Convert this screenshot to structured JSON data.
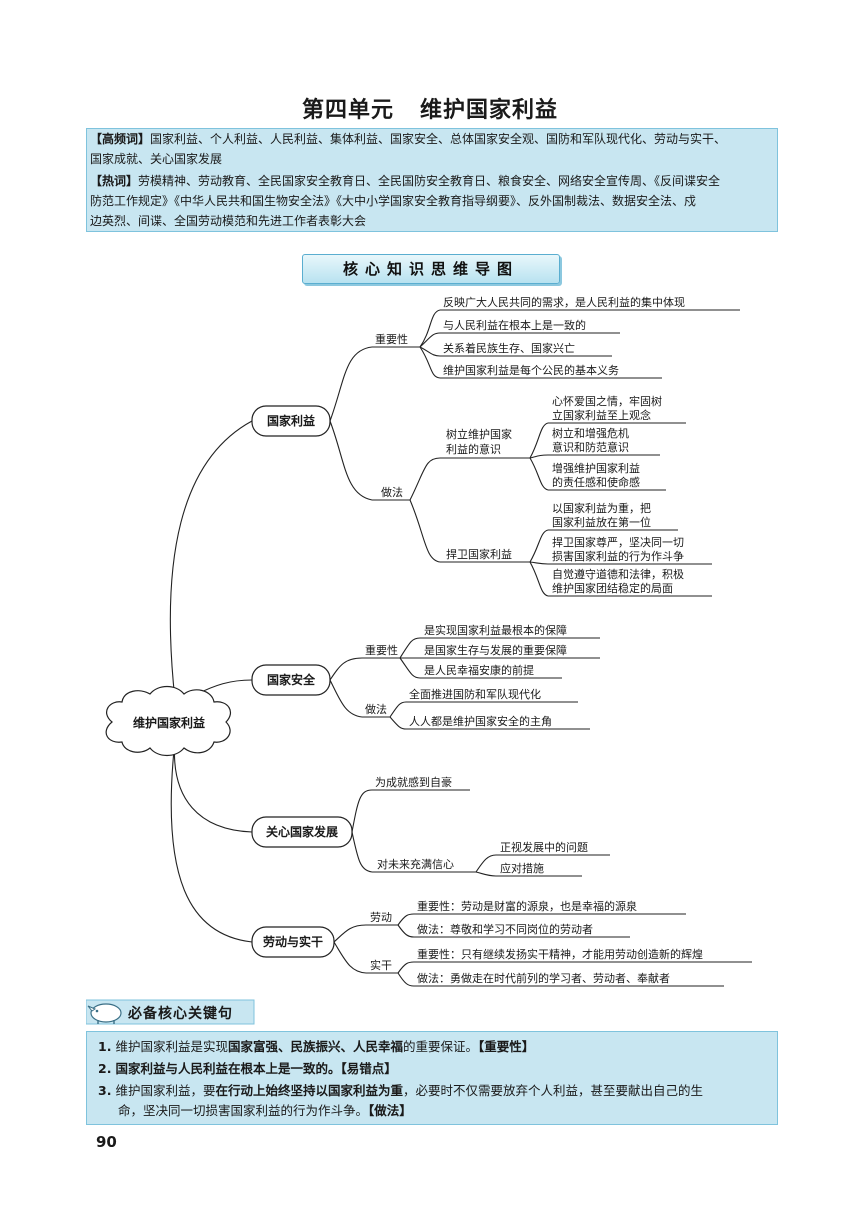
{
  "header": {
    "title_part1": "第四单元",
    "title_part2": "维护国家利益"
  },
  "keywords": {
    "gaopin_tag": "【高频词】",
    "gaopin_line1": "国家利益、个人利益、人民利益、集体利益、国家安全、总体国家安全观、国防和军队现代化、劳动与实干、",
    "gaopin_line2": "国家成就、关心国家发展",
    "reci_tag": "【热词】",
    "reci_line1": "劳模精神、劳动教育、全民国家安全教育日、全民国防安全教育日、粮食安全、网络安全宣传周、《反间谍安全",
    "reci_line2": "防范工作规定》《中华人民共和国生物安全法》《大中小学国家安全教育指导纲要》、反外国制裁法、数据安全法、戍",
    "reci_line3": "边英烈、间谍、全国劳动模范和先进工作者表彰大会"
  },
  "mindmap": {
    "banner": "核心知识思维导图",
    "root": "维护国家利益",
    "n1": {
      "label": "国家利益",
      "importance_label": "重要性",
      "importance": [
        "反映广大人民共同的需求，是人民利益的集中体现",
        "与人民利益在根本上是一致的",
        "关系着民族生存、国家兴亡",
        "维护国家利益是每个公民的基本义务"
      ],
      "method_label": "做法",
      "awareness_label_1": "树立维护国家",
      "awareness_label_2": "利益的意识",
      "awareness": [
        [
          "心怀爱国之情，牢固树",
          "立国家利益至上观念"
        ],
        [
          "树立和增强危机",
          "意识和防范意识"
        ],
        [
          "增强维护国家利益",
          "的责任感和使命感"
        ]
      ],
      "defend_label": "捍卫国家利益",
      "defend": [
        [
          "以国家利益为重，把",
          "国家利益放在第一位"
        ],
        [
          "捍卫国家尊严，坚决同一切",
          "损害国家利益的行为作斗争"
        ],
        [
          "自觉遵守道德和法律，积极",
          "维护国家团结稳定的局面"
        ]
      ]
    },
    "n2": {
      "label": "国家安全",
      "importance_label": "重要性",
      "importance": [
        "是实现国家利益最根本的保障",
        "是国家生存与发展的重要保障",
        "是人民幸福安康的前提"
      ],
      "method_label": "做法",
      "methods": [
        "全面推进国防和军队现代化",
        "人人都是维护国家安全的主角"
      ]
    },
    "n3": {
      "label": "关心国家发展",
      "pride": "为成就感到自豪",
      "confidence": "对未来充满信心",
      "items": [
        "正视发展中的问题",
        "应对措施"
      ]
    },
    "n4": {
      "label": "劳动与实干",
      "labor_label": "劳动",
      "labor": [
        "重要性：劳动是财富的源泉，也是幸福的源泉",
        "做法：尊敬和学习不同岗位的劳动者"
      ],
      "work_label": "实干",
      "work": [
        "重要性：只有继续发扬实干精神，才能用劳动创造新的辉煌",
        "做法：勇做走在时代前列的学习者、劳动者、奉献者"
      ]
    }
  },
  "key_sentences": {
    "heading": "必备核心关键句",
    "s1_num": "1.",
    "s1_a": "维护国家利益是实现",
    "s1_b": "国家富强、民族振兴、人民幸福",
    "s1_c": "的重要保证。",
    "s1_tag": "【重要性】",
    "s2_num": "2.",
    "s2_a": "国家利益与人民利益在根本上是一致的。",
    "s2_tag": "【易错点】",
    "s3_num": "3.",
    "s3_a": "维护国家利益，要",
    "s3_b": "在行动上始终坚持以国家利益为重",
    "s3_c": "，必要时不仅需要放弃个人利益，甚至要献出自己的生",
    "s3_d": "命，坚决同一切损害国家利益的行为作斗争。",
    "s3_tag": "【做法】"
  },
  "page_number": "90",
  "colors": {
    "panel_bg": "#c8e6f1",
    "panel_border": "#7fc3dd"
  }
}
